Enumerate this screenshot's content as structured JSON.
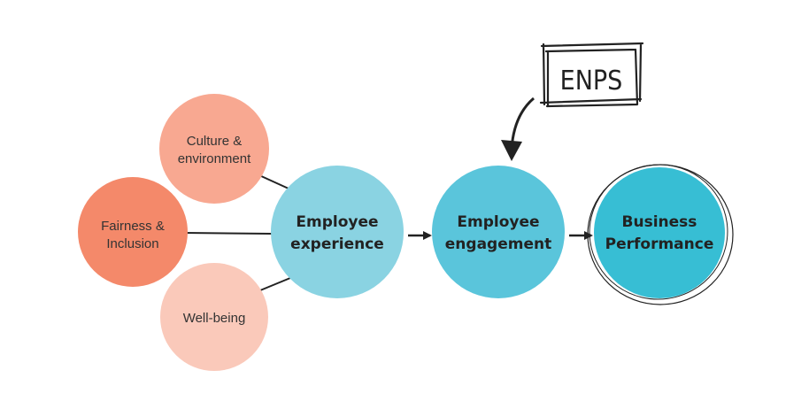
{
  "nodes": {
    "culture": {
      "line1": "Culture &",
      "line2": "environment",
      "color": "#F8A891"
    },
    "fairness": {
      "line1": "Fairness &",
      "line2": "Inclusion",
      "color": "#F4896A"
    },
    "wellbeing": {
      "line1": "Well-being",
      "color": "#FAC9BA"
    },
    "experience": {
      "line1": "Employee",
      "line2": "experience",
      "color": "#8AD3E2"
    },
    "engagement": {
      "line1": "Employee",
      "line2": "engagement",
      "color": "#5AC5DB"
    },
    "business": {
      "line1": "Business",
      "line2": "Performance",
      "color": "#37BED4"
    }
  },
  "callout": {
    "label": "ENPS"
  }
}
